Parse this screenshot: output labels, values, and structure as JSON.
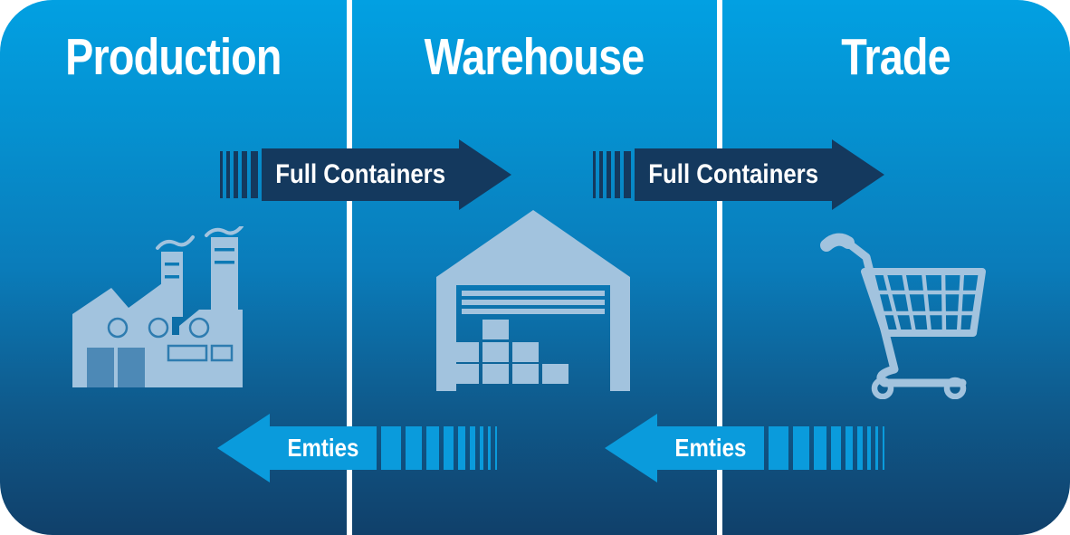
{
  "diagram": {
    "columns": [
      {
        "title": "Production",
        "icon": "factory-icon"
      },
      {
        "title": "Warehouse",
        "icon": "warehouse-icon"
      },
      {
        "title": "Trade",
        "icon": "shopping-cart-icon"
      }
    ],
    "flows": [
      {
        "from": "Production",
        "to": "Warehouse",
        "label": "Full Containers",
        "direction": "right",
        "style": "dark"
      },
      {
        "from": "Warehouse",
        "to": "Trade",
        "label": "Full Containers",
        "direction": "right",
        "style": "dark"
      },
      {
        "from": "Warehouse",
        "to": "Production",
        "label": "Emties",
        "direction": "left",
        "style": "light"
      },
      {
        "from": "Trade",
        "to": "Warehouse",
        "label": "Emties",
        "direction": "left",
        "style": "light"
      }
    ],
    "colors": {
      "background_top": "#02a0e2",
      "background_bottom": "#10406a",
      "arrow_dark": "#14395e",
      "arrow_light": "#0a9bdc",
      "icon_fill": "#a2c3de",
      "divider": "#ffffff",
      "text": "#ffffff"
    }
  }
}
